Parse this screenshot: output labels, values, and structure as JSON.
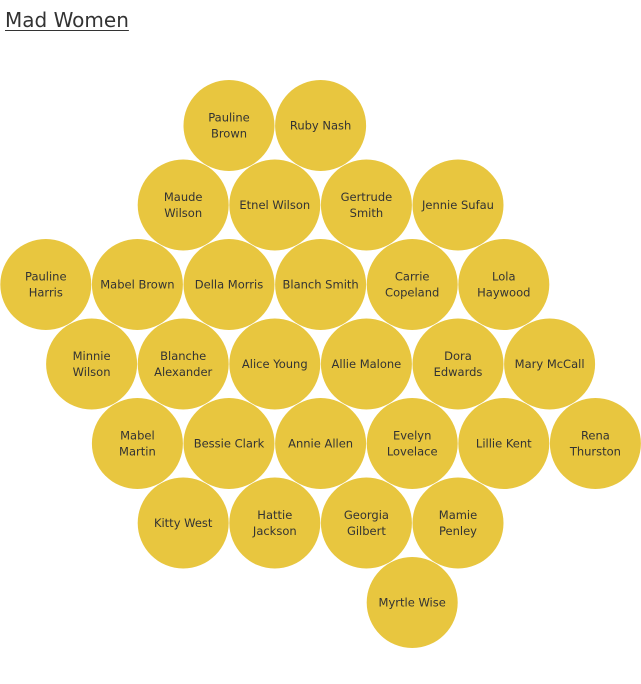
{
  "page_title": "Mad Women",
  "chart_data": {
    "type": "bubble-grid",
    "title": "Mad Women",
    "bubble_color": "#E8C63F",
    "rows": [
      [
        "Pauline Brown",
        "Ruby Nash"
      ],
      [
        "Maude Wilson",
        "Etnel Wilson",
        "Gertrude Smith",
        "Jennie Sufau"
      ],
      [
        "Pauline Harris",
        "Mabel Brown",
        "Della Morris",
        "Blanch Smith",
        "Carrie Copeland",
        "Lola Haywood"
      ],
      [
        "Minnie Wilson",
        "Blanche Alexander",
        "Alice Young",
        "Allie Malone",
        "Dora Edwards",
        "Mary McCall"
      ],
      [
        "Mabel Martin",
        "Bessie Clark",
        "Annie Allen",
        "Evelyn Lovelace",
        "Lillie Kent",
        "Rena Thurston"
      ],
      [
        "Kitty West",
        "Hattie Jackson",
        "Georgia Gilbert",
        "Mamie Penley"
      ],
      [
        "Myrtle Wise"
      ]
    ],
    "labels": [
      {
        "name": "Pauline Brown",
        "lines": [
          "Pauline",
          "Brown"
        ]
      },
      {
        "name": "Ruby Nash",
        "lines": [
          "Ruby Nash"
        ]
      },
      {
        "name": "Maude Wilson",
        "lines": [
          "Maude",
          "Wilson"
        ]
      },
      {
        "name": "Etnel Wilson",
        "lines": [
          "Etnel Wilson"
        ]
      },
      {
        "name": "Gertrude Smith",
        "lines": [
          "Gertrude",
          "Smith"
        ]
      },
      {
        "name": "Jennie Sufau",
        "lines": [
          "Jennie Sufau"
        ]
      },
      {
        "name": "Pauline Harris",
        "lines": [
          "Pauline",
          "Harris"
        ]
      },
      {
        "name": "Mabel Brown",
        "lines": [
          "Mabel Brown"
        ]
      },
      {
        "name": "Della Morris",
        "lines": [
          "Della Morris"
        ]
      },
      {
        "name": "Blanch Smith",
        "lines": [
          "Blanch Smith"
        ]
      },
      {
        "name": "Carrie Copeland",
        "lines": [
          "Carrie",
          "Copeland"
        ]
      },
      {
        "name": "Lola Haywood",
        "lines": [
          "Lola",
          "Haywood"
        ]
      },
      {
        "name": "Minnie Wilson",
        "lines": [
          "Minnie",
          "Wilson"
        ]
      },
      {
        "name": "Blanche Alexander",
        "lines": [
          "Blanche",
          "Alexander"
        ]
      },
      {
        "name": "Alice Young",
        "lines": [
          "Alice Young"
        ]
      },
      {
        "name": "Allie Malone",
        "lines": [
          "Allie Malone"
        ]
      },
      {
        "name": "Dora Edwards",
        "lines": [
          "Dora",
          "Edwards"
        ]
      },
      {
        "name": "Mary McCall",
        "lines": [
          "Mary McCall"
        ]
      },
      {
        "name": "Mabel Martin",
        "lines": [
          "Mabel",
          "Martin"
        ]
      },
      {
        "name": "Bessie Clark",
        "lines": [
          "Bessie Clark"
        ]
      },
      {
        "name": "Annie Allen",
        "lines": [
          "Annie Allen"
        ]
      },
      {
        "name": "Evelyn Lovelace",
        "lines": [
          "Evelyn",
          "Lovelace"
        ]
      },
      {
        "name": "Lillie Kent",
        "lines": [
          "Lillie Kent"
        ]
      },
      {
        "name": "Rena Thurston",
        "lines": [
          "Rena",
          "Thurston"
        ]
      },
      {
        "name": "Kitty West",
        "lines": [
          "Kitty West"
        ]
      },
      {
        "name": "Hattie Jackson",
        "lines": [
          "Hattie",
          "Jackson"
        ]
      },
      {
        "name": "Georgia Gilbert",
        "lines": [
          "Georgia",
          "Gilbert"
        ]
      },
      {
        "name": "Mamie Penley",
        "lines": [
          "Mamie",
          "Penley"
        ]
      },
      {
        "name": "Myrtle Wise",
        "lines": [
          "Myrtle Wise"
        ]
      }
    ]
  }
}
